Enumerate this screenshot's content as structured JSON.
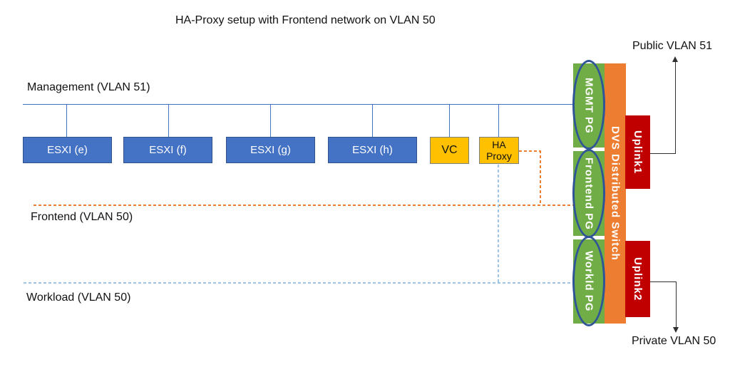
{
  "title": "HA-Proxy setup with Frontend network on VLAN 50",
  "networks": {
    "management": {
      "label": "Management (VLAN 51)"
    },
    "frontend": {
      "label": "Frontend (VLAN 50)"
    },
    "workload": {
      "label": "Workload (VLAN 50)"
    }
  },
  "hosts": [
    {
      "label": "ESXI (e)"
    },
    {
      "label": "ESXI (f)"
    },
    {
      "label": "ESXI (g)"
    },
    {
      "label": "ESXI (h)"
    }
  ],
  "vc": {
    "label": "VC"
  },
  "ha_proxy": {
    "line1": "HA",
    "line2": "Proxy"
  },
  "switch": {
    "port_groups": [
      {
        "label": "MGMT PG"
      },
      {
        "label": "Frontend PG"
      },
      {
        "label": "Workld PG"
      }
    ],
    "dvs_label": "DVS Distributed Switch",
    "uplinks": [
      {
        "label": "Uplink1"
      },
      {
        "label": "Uplink2"
      }
    ]
  },
  "annotations": {
    "public": "Public VLAN 51",
    "private": "Private VLAN 50"
  },
  "colors": {
    "host_blue": "#4472C4",
    "host_border": "#2F528F",
    "vc_yellow": "#FFC000",
    "vc_border": "#7F7F7F",
    "pg_green": "#70AD47",
    "dvs_orange": "#ED7D31",
    "uplink_red": "#C00000",
    "ellipse_blue": "#2F5597",
    "line_blue": "#4472C4",
    "frontend_dash": "#ED7D31",
    "workload_dash": "#9DC3E6",
    "arrow_dark": "#303030"
  }
}
